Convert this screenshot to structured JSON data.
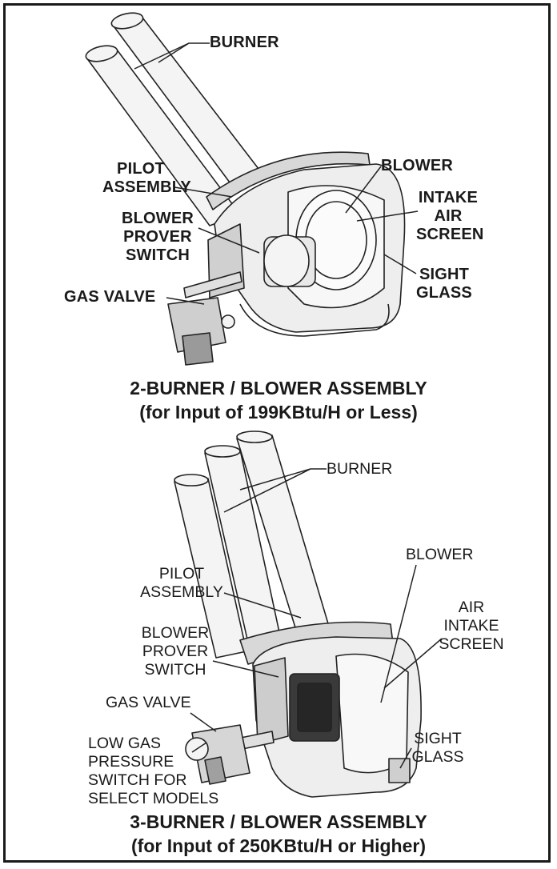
{
  "top": {
    "labels": {
      "burner": "BURNER",
      "blower": "BLOWER",
      "pilot_assembly": [
        "PILOT",
        "ASSEMBLY"
      ],
      "intake_air_screen": [
        "INTAKE",
        "AIR",
        "SCREEN"
      ],
      "blower_prover_switch": [
        "BLOWER",
        "PROVER",
        "SWITCH"
      ],
      "sight_glass": [
        "SIGHT",
        "GLASS"
      ],
      "gas_valve": "GAS VALVE"
    },
    "caption": [
      "2-BURNER / BLOWER ASSEMBLY",
      "(for Input of 199KBtu/H or Less)"
    ]
  },
  "bottom": {
    "labels": {
      "burner": "BURNER",
      "blower": "BLOWER",
      "pilot_assembly": [
        "PILOT",
        "ASSEMBLY"
      ],
      "air_intake_screen": [
        "AIR",
        "INTAKE",
        "SCREEN"
      ],
      "blower_prover_switch": [
        "BLOWER",
        "PROVER",
        "SWITCH"
      ],
      "gas_valve": "GAS VALVE",
      "low_gas_pressure_switch": [
        "LOW GAS",
        "PRESSURE",
        "SWITCH FOR",
        "SELECT MODELS"
      ],
      "sight_glass": [
        "SIGHT",
        "GLASS"
      ]
    },
    "caption": [
      "3-BURNER / BLOWER ASSEMBLY",
      "(for Input of 250KBtu/H or Higher)"
    ]
  }
}
